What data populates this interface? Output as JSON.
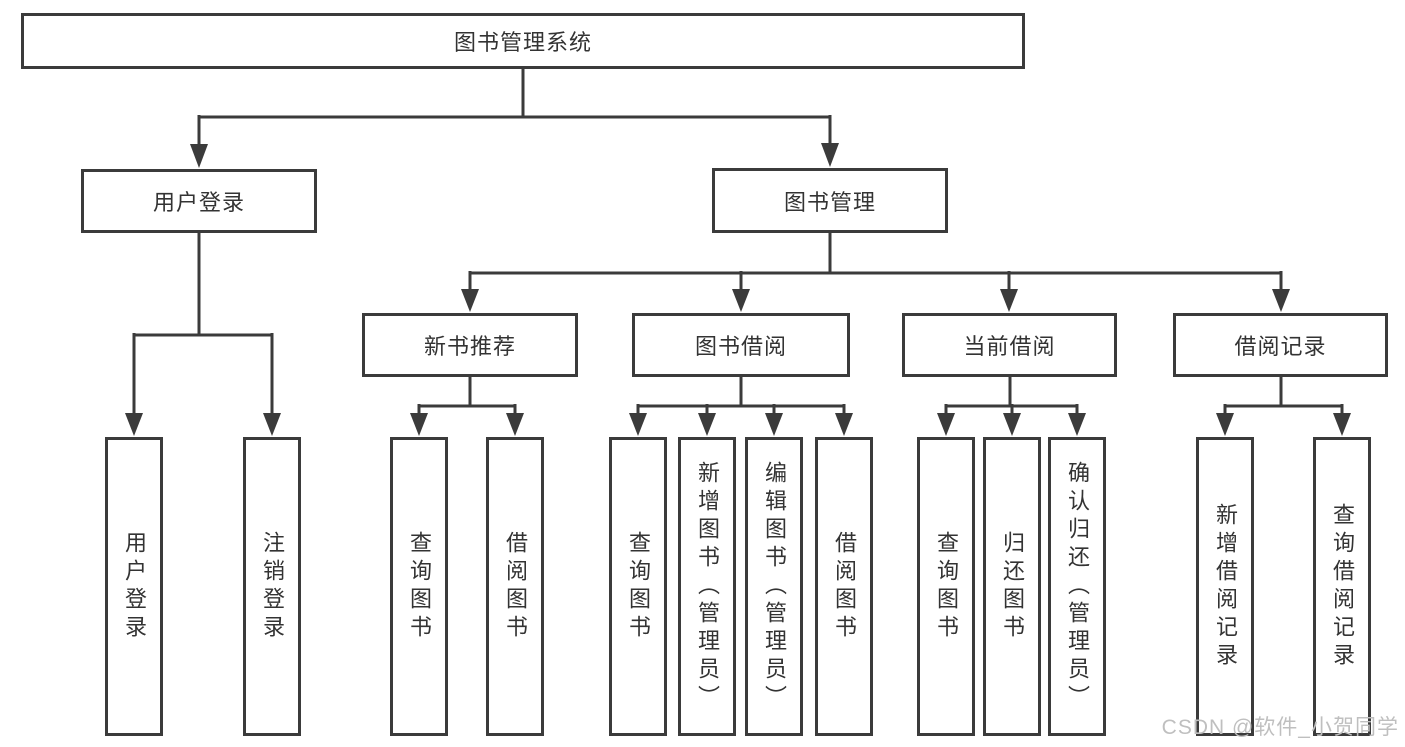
{
  "diagram": {
    "root": {
      "label": "图书管理系统",
      "children": [
        {
          "label": "用户登录",
          "children": [
            {
              "label": "用户登录"
            },
            {
              "label": "注销登录"
            }
          ]
        },
        {
          "label": "图书管理",
          "children": [
            {
              "label": "新书推荐",
              "children": [
                {
                  "label": "查询图书"
                },
                {
                  "label": "借阅图书"
                }
              ]
            },
            {
              "label": "图书借阅",
              "children": [
                {
                  "label": "查询图书"
                },
                {
                  "label": "新增图书（管理员）"
                },
                {
                  "label": "编辑图书（管理员）"
                },
                {
                  "label": "借阅图书"
                }
              ]
            },
            {
              "label": "当前借阅",
              "children": [
                {
                  "label": "查询图书"
                },
                {
                  "label": "归还图书"
                },
                {
                  "label": "确认归还（管理员）"
                }
              ]
            },
            {
              "label": "借阅记录",
              "children": [
                {
                  "label": "新增借阅记录"
                },
                {
                  "label": "查询借阅记录"
                }
              ]
            }
          ]
        }
      ]
    }
  },
  "watermark": {
    "text": "CSDN @软件_小贺同学"
  },
  "colors": {
    "line": "#3b3b3b",
    "text": "#333333",
    "watermark": "#bfbfbf",
    "background": "#ffffff"
  }
}
